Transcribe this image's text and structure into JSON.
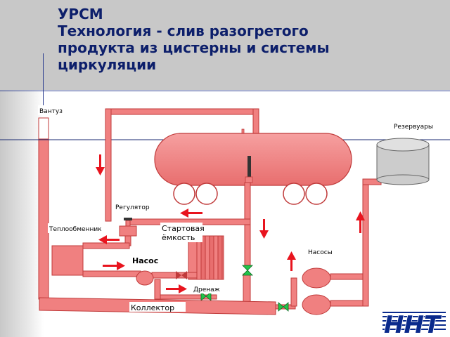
{
  "title": {
    "line1": "УРСМ",
    "line2": "Технология - слив разогретого",
    "line3": "продукта из цистерны и системы",
    "line4": "циркуляции"
  },
  "labels": {
    "ventuz": "Вантуз",
    "reservoirs": "Резервуары",
    "regulator": "Регулятор",
    "heat_exchanger": "Теплообменник",
    "start_tank_line1": "Стартовая",
    "start_tank_line2": "ёмкость",
    "pumps": "Насосы",
    "pump": "Насос",
    "drainage": "Дренаж",
    "collector": "Коллектор"
  },
  "logo": {
    "text": "ННТ"
  },
  "colors": {
    "pipe_fill": "#f08080",
    "pipe_stroke": "#c03a3a",
    "arrow": "#e8141e",
    "valve": "#22c44a",
    "title": "#0d1f6b",
    "logo_blue": "#0a2a8c"
  }
}
